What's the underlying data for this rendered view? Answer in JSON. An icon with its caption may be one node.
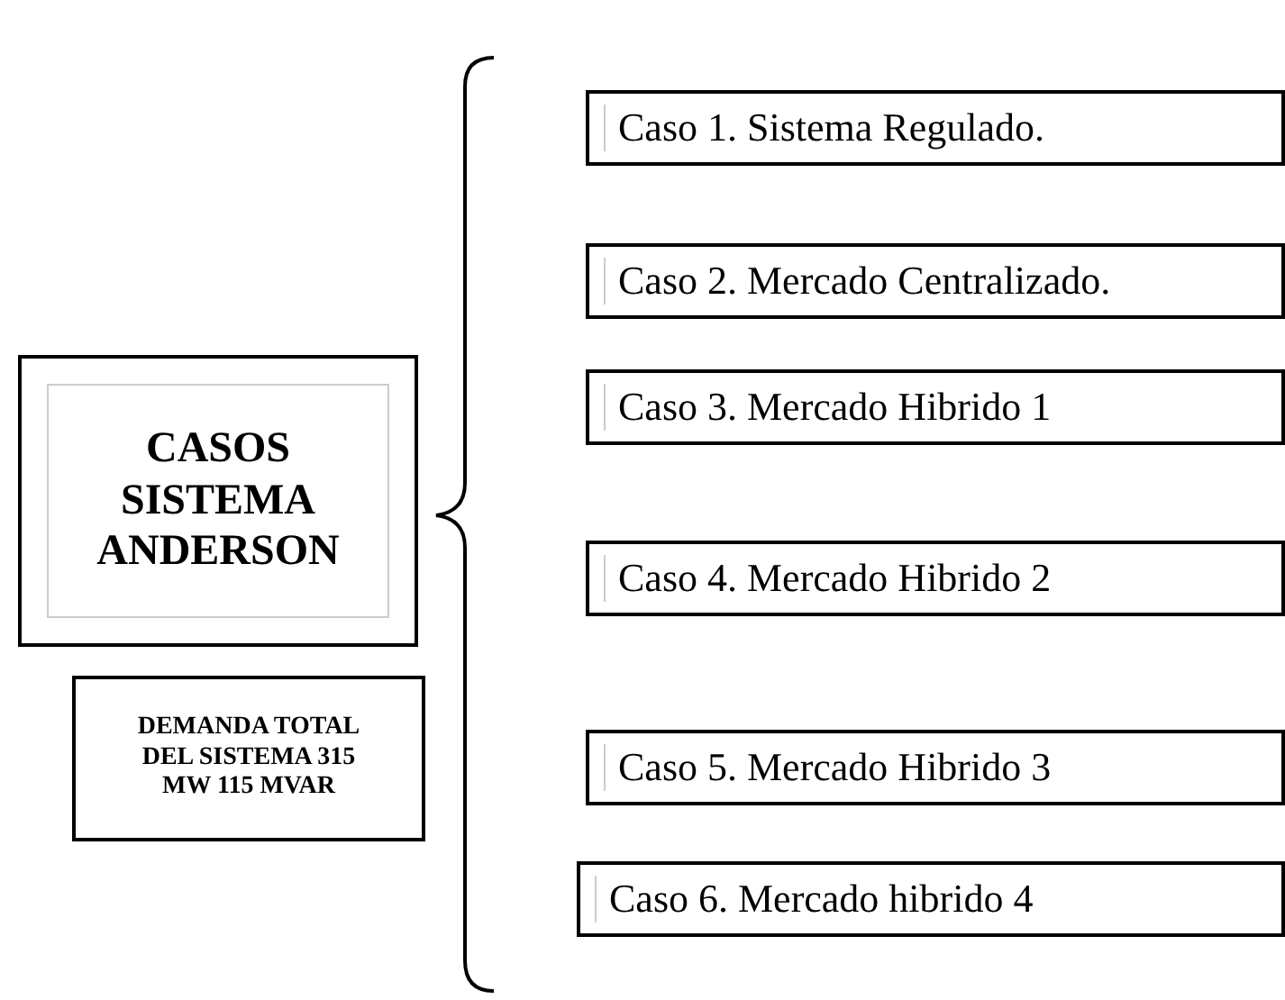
{
  "diagram": {
    "nodes": [
      {
        "text": [
          "CASOS SISTEMA ANDERSON"
        ]
      },
      {
        "text": [
          "DEMANDA TOTAL DEL SISTEMA 315 MW 115 MVAR"
        ]
      },
      {
        "text": [
          "Caso 1. Sistema Regulado."
        ]
      },
      {
        "text": [
          "Caso 2. Mercado Centralizado."
        ]
      },
      {
        "text": [
          "Caso 3. Mercado Hibrido 1"
        ]
      },
      {
        "text": [
          "Caso 4. Mercado Hibrido 2"
        ]
      },
      {
        "text": [
          "Caso 5. Mercado Hibrido 3"
        ]
      },
      {
        "text": [
          "Caso 6. Mercado hibrido 4"
        ]
      }
    ],
    "edges": []
  }
}
